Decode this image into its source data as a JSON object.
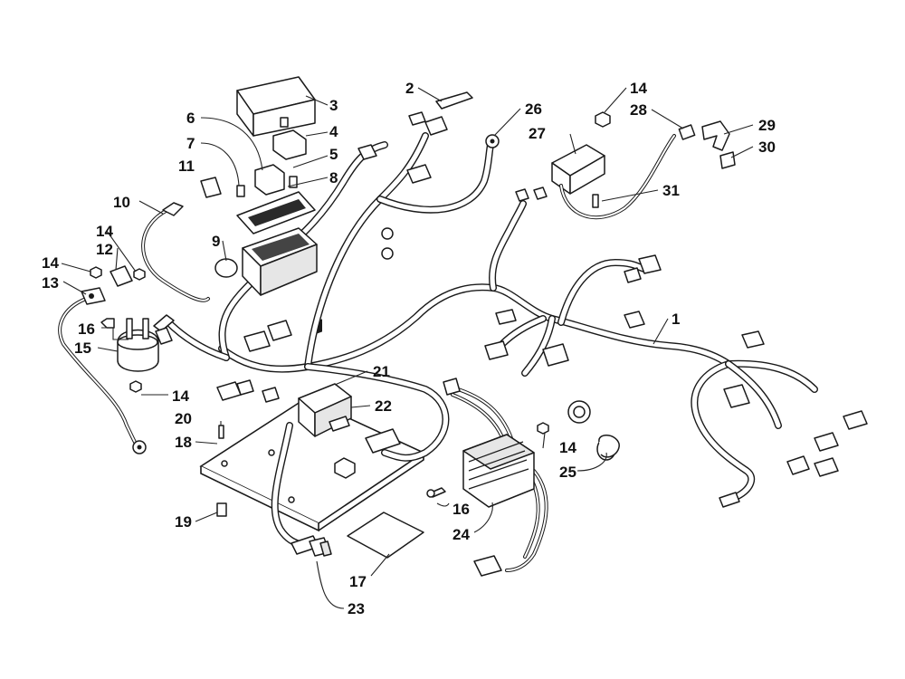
{
  "callouts": [
    {
      "id": "c1",
      "label": "1"
    },
    {
      "id": "c2",
      "label": "2"
    },
    {
      "id": "c3",
      "label": "3"
    },
    {
      "id": "c4",
      "label": "4"
    },
    {
      "id": "c5",
      "label": "5"
    },
    {
      "id": "c6",
      "label": "6"
    },
    {
      "id": "c7",
      "label": "7"
    },
    {
      "id": "c8",
      "label": "8"
    },
    {
      "id": "c9",
      "label": "9"
    },
    {
      "id": "c10",
      "label": "10"
    },
    {
      "id": "c11",
      "label": "11"
    },
    {
      "id": "c12",
      "label": "12"
    },
    {
      "id": "c13",
      "label": "13"
    },
    {
      "id": "c14a",
      "label": "14"
    },
    {
      "id": "c14b",
      "label": "14"
    },
    {
      "id": "c14c",
      "label": "14"
    },
    {
      "id": "c14d",
      "label": "14"
    },
    {
      "id": "c14e",
      "label": "14"
    },
    {
      "id": "c15",
      "label": "15"
    },
    {
      "id": "c16a",
      "label": "16"
    },
    {
      "id": "c16b",
      "label": "16"
    },
    {
      "id": "c17",
      "label": "17"
    },
    {
      "id": "c18",
      "label": "18"
    },
    {
      "id": "c19",
      "label": "19"
    },
    {
      "id": "c20",
      "label": "20"
    },
    {
      "id": "c21",
      "label": "21"
    },
    {
      "id": "c22",
      "label": "22"
    },
    {
      "id": "c23",
      "label": "23"
    },
    {
      "id": "c24",
      "label": "24"
    },
    {
      "id": "c25",
      "label": "25"
    },
    {
      "id": "c26",
      "label": "26"
    },
    {
      "id": "c27",
      "label": "27"
    },
    {
      "id": "c28",
      "label": "28"
    },
    {
      "id": "c29",
      "label": "29"
    },
    {
      "id": "c30",
      "label": "30"
    },
    {
      "id": "c31",
      "label": "31"
    }
  ]
}
